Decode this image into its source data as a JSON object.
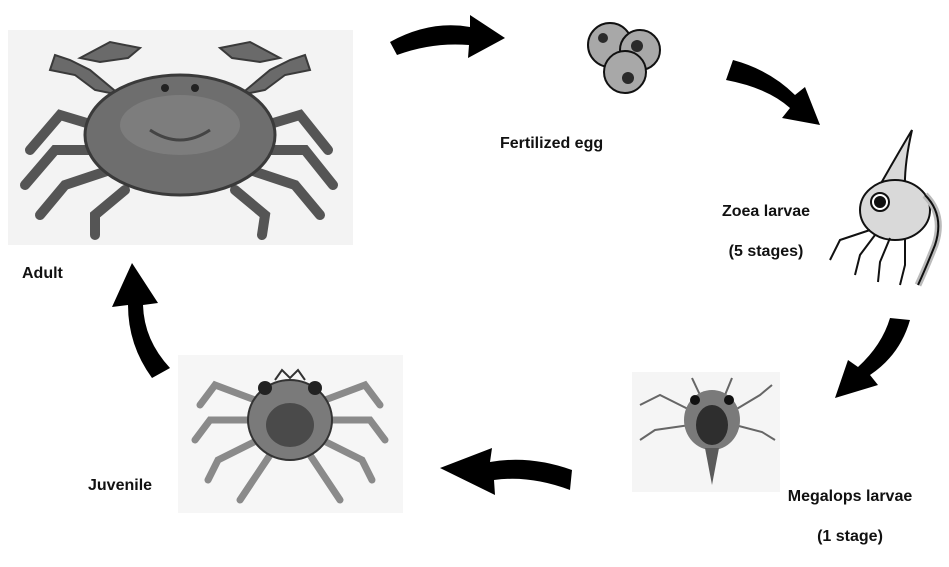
{
  "diagram": {
    "stages": {
      "adult": {
        "label": "Adult"
      },
      "egg": {
        "label": "Fertilized egg"
      },
      "zoea": {
        "line1": "Zoea larvae",
        "line2": "(5 stages)"
      },
      "megalops": {
        "line1": "Megalops larvae",
        "line2": "(1 stage)"
      },
      "juvenile": {
        "label": "Juvenile"
      }
    },
    "colors": {
      "arrow": "#000000",
      "egg_fill": "#a8a8a8",
      "egg_nucleus": "#2a2a2a",
      "crab_shell": "#6e6e6e",
      "crab_dark": "#3a3a3a",
      "larva_fill": "#d9d9d9"
    },
    "icons": [
      "adult-crab-icon",
      "egg-cluster-icon",
      "zoea-larva-icon",
      "megalops-larva-icon",
      "juvenile-crab-icon",
      "cycle-arrow-icon"
    ]
  }
}
